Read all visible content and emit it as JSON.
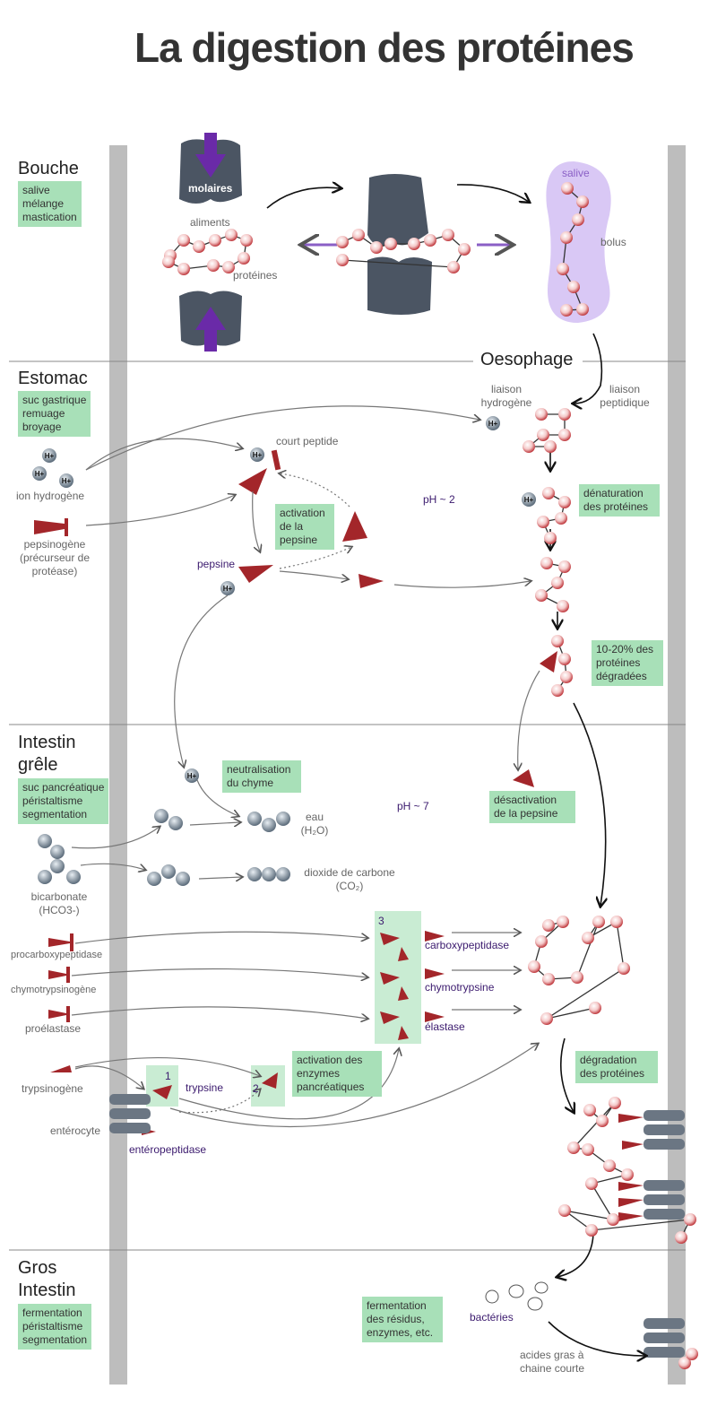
{
  "title": "La digestion des protéines",
  "sections": {
    "bouche": {
      "name": "Bouche",
      "box": [
        "salive",
        "mélange",
        "mastication"
      ]
    },
    "estomac": {
      "name": "Estomac",
      "box": [
        "suc gastrique",
        "remuage",
        "broyage"
      ]
    },
    "intestin": {
      "name": "Intestin grêle",
      "box": [
        "suc pancréatique",
        "péristaltisme",
        "segmentation"
      ]
    },
    "gros": {
      "name": "Gros Intestin",
      "box": [
        "fermentation",
        "péristaltisme",
        "segmentation"
      ]
    }
  },
  "bouche": {
    "molaires": "molaires",
    "aliments": "aliments",
    "proteines": "protéines",
    "salive": "salive",
    "bolus": "bolus"
  },
  "oesophage": "Oesophage",
  "estomac": {
    "liaison_hydrogene": "liaison hydrogène",
    "liaison_peptidique": "liaison peptidique",
    "court_peptide": "court peptide",
    "ion_hydrogene": "ion hydrogène",
    "pepsinogene": "pepsinogène (précurseur de protéase)",
    "activation": "activation de la pepsine",
    "pepsine": "pepsine",
    "ph": "pH ~ 2",
    "denaturation": "dénaturation des protéines",
    "degradees": "10-20% des protéines dégradées",
    "h_plus": "H+"
  },
  "intestin": {
    "neutralisation": "neutralisation du chyme",
    "ph": "pH ~ 7",
    "desactivation": "désactivation de la pepsine",
    "eau": "eau (H₂O)",
    "co2": "dioxide de carbone (CO₂)",
    "bicarbonate": "bicarbonate (HCO3-)",
    "procarboxypeptidase": "procarboxypeptidase",
    "chymotrypsinogene": "chymotrypsinogène",
    "proelastase": "proélastase",
    "trypsinogene": "trypsinogène",
    "enterocyte": "entérocyte",
    "enteropeptidase": "entéropeptidase",
    "trypsine": "trypsine",
    "activation_enzymes": "activation des enzymes pancréatiques",
    "carboxypeptidase": "carboxypeptidase",
    "chymotrypsine": "chymotrypsine",
    "elastase": "élastase",
    "degradation": "dégradation des protéines",
    "step1": "1",
    "step2": "2",
    "step3": "3"
  },
  "gros": {
    "fermentation": "fermentation des résidus, enzymes, etc.",
    "bacteries": "bactéries",
    "acides": "acides gras à chaine courte"
  },
  "colors": {
    "green_box": "#a8e0b8",
    "pillar": "#bdbdbd",
    "enzyme_red": "#a3262a",
    "purple": "#6b3fa0",
    "salive_bg": "#d9c8f5",
    "molecule_gray": "#4b5563"
  }
}
